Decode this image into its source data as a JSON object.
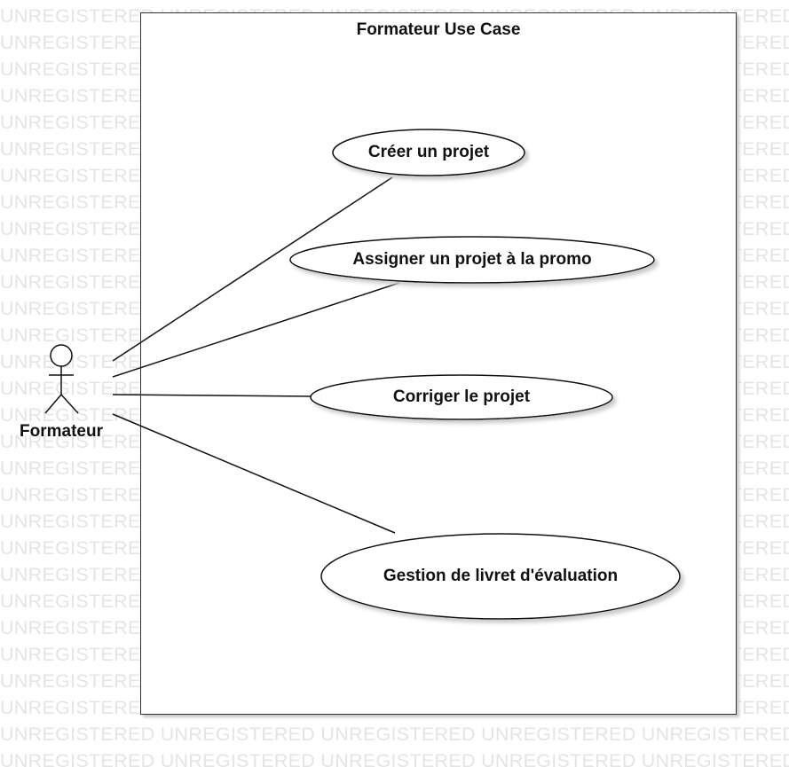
{
  "watermark": {
    "row_text": "UNREGISTERED UNREGISTERED UNREGISTERED UNREGISTERED UNREGISTERED"
  },
  "system": {
    "title": "Formateur Use Case"
  },
  "actor": {
    "name": "Formateur"
  },
  "use_cases": [
    {
      "id": "creer-projet",
      "label": "Créer un projet"
    },
    {
      "id": "assigner-projet",
      "label": "Assigner un projet à la promo"
    },
    {
      "id": "corriger-projet",
      "label": "Corriger le projet"
    },
    {
      "id": "gestion-livret",
      "label": "Gestion de livret d'évaluation"
    }
  ],
  "colors": {
    "stroke": "#111111",
    "watermark": "#e4e4e4",
    "shadow": "#c8c8c8"
  }
}
